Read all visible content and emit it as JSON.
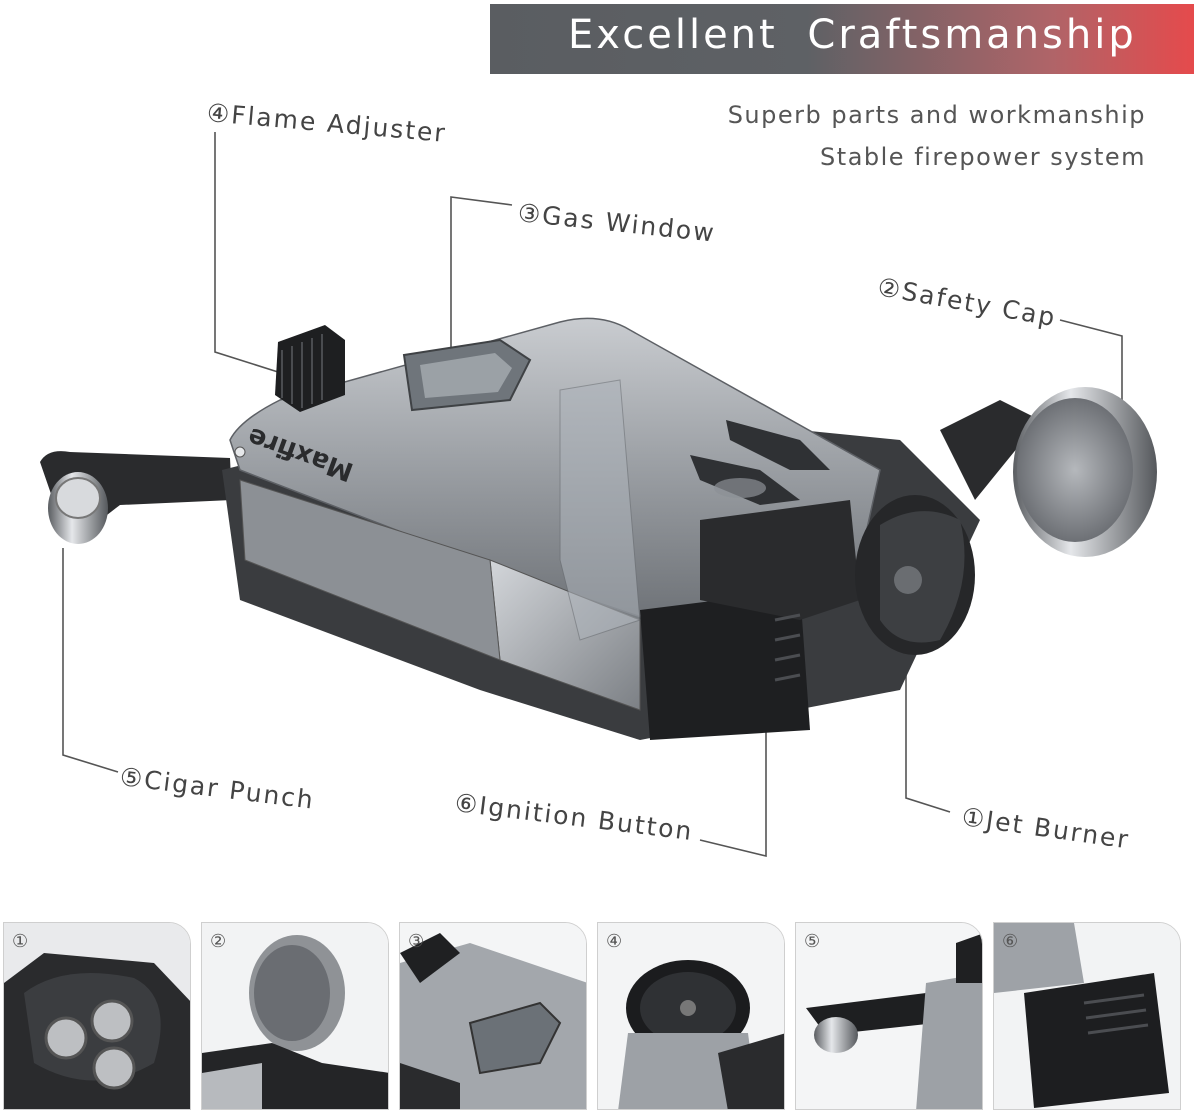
{
  "banner": {
    "title": "Excellent Craftsmanship"
  },
  "taglines": [
    "Superb parts and workmanship",
    "Stable firepower system"
  ],
  "callouts": {
    "flame_adjuster": "④Flame Adjuster",
    "gas_window": "③Gas Window",
    "safety_cap": "②Safety Cap",
    "cigar_punch": "⑤Cigar Punch",
    "ignition_button": "⑥Ignition Button",
    "jet_burner": "①Jet Burner"
  },
  "product": {
    "brand_text": "Maxfire"
  },
  "thumbnails": [
    {
      "number": "①",
      "subject": "jet-burner"
    },
    {
      "number": "②",
      "subject": "safety-cap"
    },
    {
      "number": "③",
      "subject": "gas-window"
    },
    {
      "number": "④",
      "subject": "flame-adjuster"
    },
    {
      "number": "⑤",
      "subject": "cigar-punch"
    },
    {
      "number": "⑥",
      "subject": "ignition-button"
    }
  ],
  "colors": {
    "banner_left": "#5a5d61",
    "banner_right": "#e54a4c",
    "body_silver": "#9a9ea3",
    "dark_plastic": "#2a2b2d"
  }
}
